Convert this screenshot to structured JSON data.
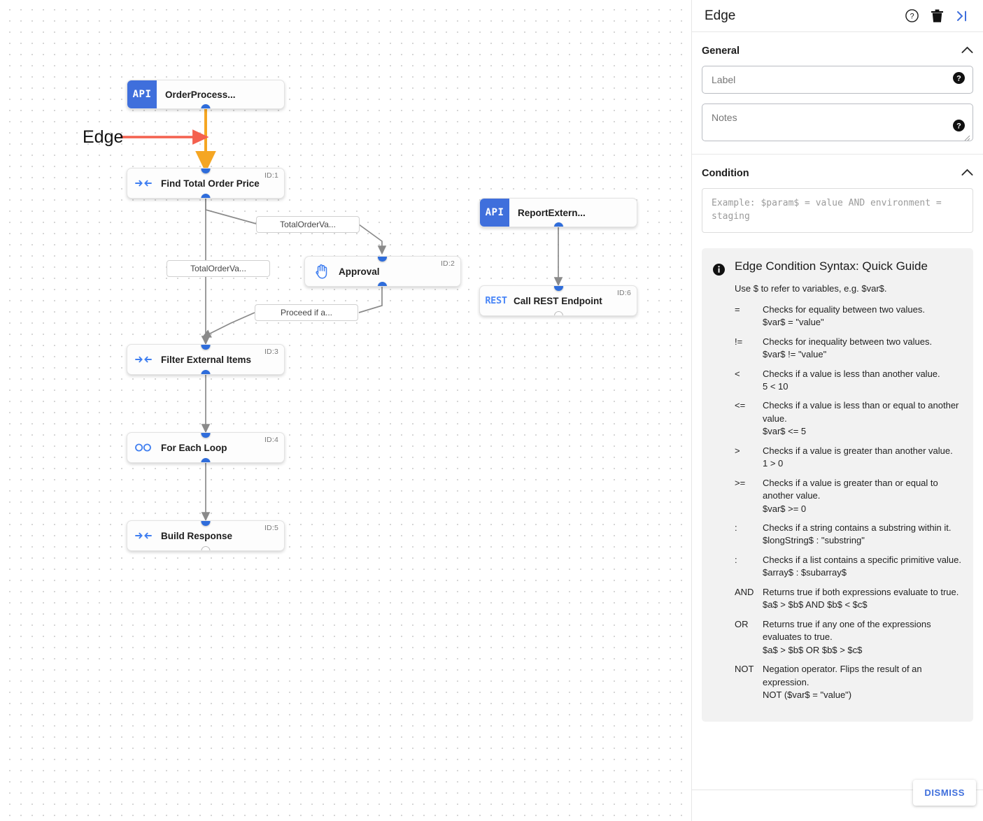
{
  "canvas": {
    "annotation": {
      "label": "Edge",
      "arrow_color": "#f4604e"
    },
    "highlight_edge_color": "#f5a623",
    "nodes": [
      {
        "id": "",
        "title": "OrderProcess...",
        "badge": "API",
        "icon": "api-badge-icon",
        "id_label": ""
      },
      {
        "id": "1",
        "title": "Find Total Order Price",
        "badge": "",
        "icon": "transform-arrows-icon",
        "id_label": "ID:1"
      },
      {
        "id": "2",
        "title": "Approval",
        "badge": "",
        "icon": "raised-hand-icon",
        "id_label": "ID:2"
      },
      {
        "id": "3",
        "title": "Filter External Items",
        "badge": "",
        "icon": "transform-arrows-icon",
        "id_label": "ID:3"
      },
      {
        "id": "4",
        "title": "For Each Loop",
        "badge": "",
        "icon": "infinity-loop-icon",
        "id_label": "ID:4"
      },
      {
        "id": "5",
        "title": "Build Response",
        "badge": "",
        "icon": "transform-arrows-icon",
        "id_label": "ID:5"
      },
      {
        "id": "",
        "title": "ReportExtern...",
        "badge": "API",
        "icon": "api-badge-icon",
        "id_label": ""
      },
      {
        "id": "6",
        "title": "Call REST Endpoint",
        "badge": "",
        "icon": "rest-text-icon",
        "icon_text": "REST",
        "id_label": "ID:6"
      }
    ],
    "edge_labels": [
      {
        "text": "TotalOrderVa..."
      },
      {
        "text": "TotalOrderVa..."
      },
      {
        "text": "Proceed if a..."
      }
    ]
  },
  "panel": {
    "title": "Edge",
    "header_icons": [
      {
        "name": "help-icon",
        "glyph": "?"
      },
      {
        "name": "delete-icon",
        "glyph": "trash"
      },
      {
        "name": "collapse-panel-icon",
        "glyph": ">|"
      }
    ],
    "general": {
      "title": "General",
      "collapse_state": "expanded",
      "label_field": {
        "value": "",
        "placeholder": "Label"
      },
      "notes_field": {
        "value": "",
        "placeholder": "Notes"
      }
    },
    "condition": {
      "title": "Condition",
      "collapse_state": "expanded",
      "input": {
        "value": "",
        "placeholder": "Example: $param$ = value AND environment = staging"
      }
    },
    "guide": {
      "title": "Edge Condition Syntax: Quick Guide",
      "subtitle": "Use $ to refer to variables, e.g. $var$.",
      "rows": [
        {
          "op": "=",
          "desc": "Checks for equality between two values.",
          "example": "$var$ = \"value\""
        },
        {
          "op": "!=",
          "desc": "Checks for inequality between two values.",
          "example": "$var$ != \"value\""
        },
        {
          "op": "<",
          "desc": "Checks if a value is less than another value.",
          "example": "5 < 10"
        },
        {
          "op": "<=",
          "desc": "Checks if a value is less than or equal to another value.",
          "example": "$var$ <= 5"
        },
        {
          "op": ">",
          "desc": "Checks if a value is greater than another value.",
          "example": "1 > 0"
        },
        {
          "op": ">=",
          "desc": "Checks if a value is greater than or equal to another value.",
          "example": "$var$ >= 0"
        },
        {
          "op": ":",
          "desc": "Checks if a string contains a substring within it.",
          "example": "$longString$ : \"substring\""
        },
        {
          "op": ":",
          "desc": "Checks if a list contains a specific primitive value.",
          "example": "$array$ : $subarray$"
        },
        {
          "op": "AND",
          "desc": "Returns true if both expressions evaluate to true.",
          "example": "$a$ > $b$ AND $b$ < $c$"
        },
        {
          "op": "OR",
          "desc": "Returns true if any one of the expressions evaluates to true.",
          "example": "$a$ > $b$ OR $b$ > $c$"
        },
        {
          "op": "NOT",
          "desc": "Negation operator. Flips the result of an expression.",
          "example": "NOT ($var$ = \"value\")"
        }
      ]
    },
    "dismiss_label": "DISMISS"
  }
}
